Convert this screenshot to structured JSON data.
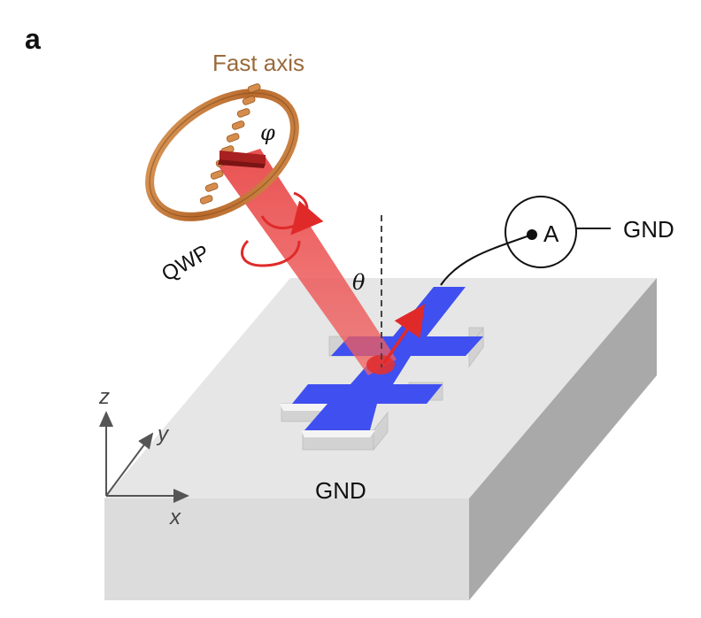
{
  "panel_label": "a",
  "labels": {
    "fast_axis": "Fast axis",
    "phi": "φ",
    "qwp": "QWP",
    "theta": "θ",
    "ammeter": "A",
    "gnd_right": "GND",
    "gnd_bottom": "GND"
  },
  "axes": {
    "x": "x",
    "y": "y",
    "z": "z"
  },
  "colors": {
    "beam": "#e83a3a",
    "device": "#3f4ff0",
    "ring": "#c27a3a",
    "fast_axis_label": "#9a6a3c",
    "substrate_top": "#e6e6e6"
  }
}
